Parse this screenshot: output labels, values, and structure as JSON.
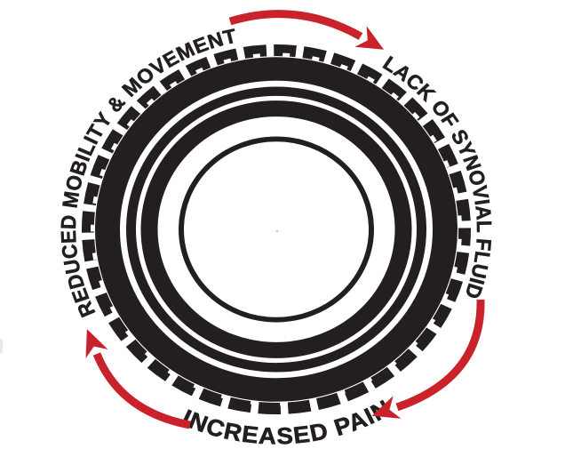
{
  "diagram": {
    "type": "cycle-diagram",
    "subject": "tire-wheel-cycle",
    "labels": {
      "top_left": "REDUCED MOBILITY & MOVEMENT",
      "right": "LACK OF SYNOVIAL FLUID",
      "bottom": "INCREASED PAIN"
    },
    "arrows": {
      "top": "clockwise-arc-arrow",
      "right": "clockwise-arc-arrow",
      "bottom_left": "clockwise-arc-arrow"
    },
    "colors": {
      "ink_black": "#231f20",
      "arrow_red": "#c9222b",
      "background": "#ffffff"
    }
  }
}
